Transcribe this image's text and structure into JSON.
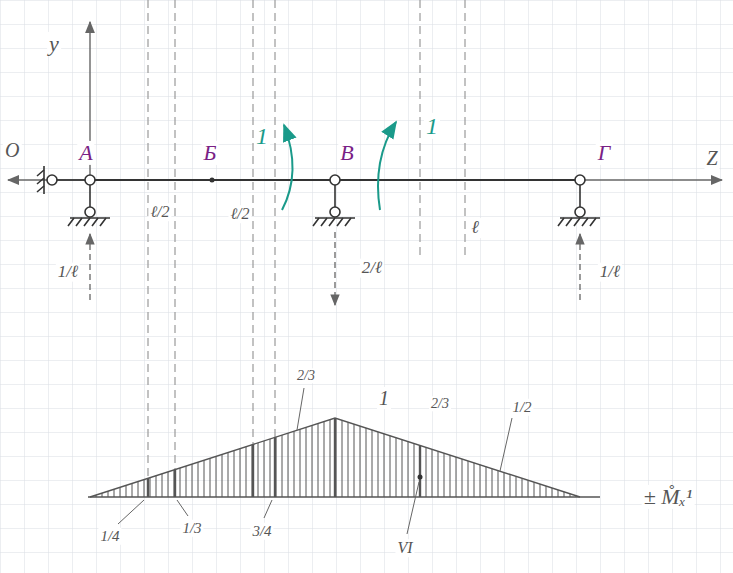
{
  "diagram": {
    "labels": [
      "y",
      "O",
      "А",
      "Б",
      "В",
      "Г",
      "Z",
      "ℓ/2",
      "ℓ/2",
      "ℓ",
      "1",
      "1",
      "1/ℓ",
      "2/ℓ",
      "1/ℓ",
      "2/3",
      "1",
      "2/3",
      "1/2",
      "1/4",
      "1/3",
      "3/4",
      "VI",
      "± M̊ₓ¹"
    ]
  }
}
